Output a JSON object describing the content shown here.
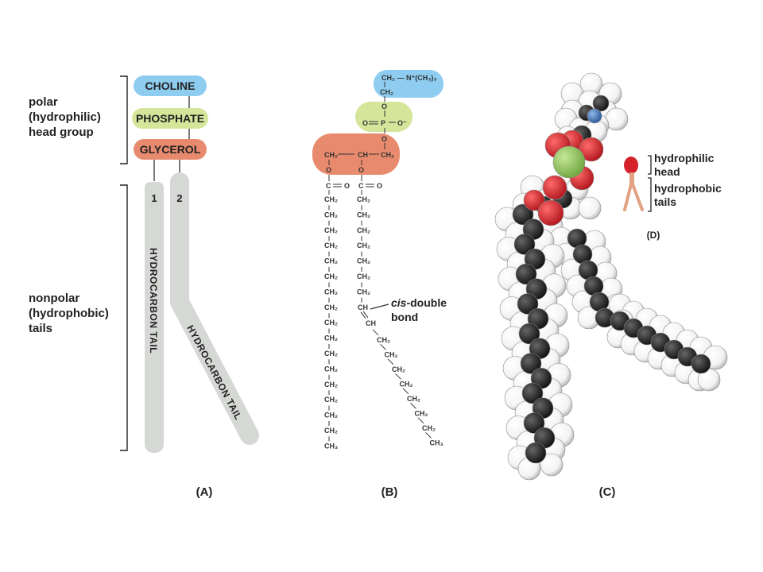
{
  "panel_a": {
    "head_label": [
      "polar",
      "(hydrophilic)",
      "head group"
    ],
    "tail_label": [
      "nonpolar",
      "(hydrophobic)",
      "tails"
    ],
    "choline": "CHOLINE",
    "phosphate": "PHOSPHATE",
    "glycerol": "GLYCEROL",
    "tail1_number": "1",
    "tail2_number": "2",
    "tail_text": "HYDROCARBON TAIL",
    "caption": "(A)"
  },
  "panel_b": {
    "choline_formula_a": "CH₂ — N⁺(CH₃)₃",
    "choline_formula_b": "CH₂",
    "oxygen": "O",
    "phosphate_left": "O",
    "phosphate_center": "P",
    "phosphate_right": "O⁻",
    "glycerol_left": "CH₂",
    "glycerol_mid": "CH",
    "glycerol_right": "CH₂",
    "carbonyl": "C",
    "chain_unit": "CH₂",
    "chain_end": "CH₃",
    "double_bond_ch": "CH",
    "cis_label_a": "cis",
    "cis_label_b": "-double",
    "cis_label_c": "bond",
    "caption": "(B)"
  },
  "panel_c": {
    "caption": "(C)"
  },
  "panel_d": {
    "head_label_a": "hydrophilic",
    "head_label_b": "head",
    "tail_label_a": "hydrophobic",
    "tail_label_b": "tails",
    "caption": "(D)"
  },
  "colors": {
    "choline": "#8ecdf0",
    "phosphate": "#d5e59a",
    "glycerol": "#e88a6e",
    "tail": "#d5d8d4",
    "oxygen_atom": "#d5232b",
    "phosphorus_atom": "#8fc25c",
    "carbon_atom": "#1c1c1c",
    "nitrogen_atom": "#3b6fb6",
    "model_tail": "#e2a183"
  }
}
